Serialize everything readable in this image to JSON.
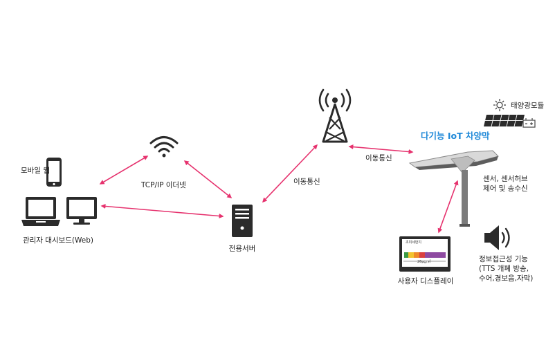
{
  "colors": {
    "arrow": "#e6326e",
    "icon_dark": "#2b2b2b",
    "icon_mid": "#6d6d6d",
    "highlight": "#1e88d8"
  },
  "labels": {
    "mobile_web": "모바일 웹",
    "admin_dashboard": "관리자 대시보드(Web)",
    "tcp_ip": "TCP/IP 이더넷",
    "dedicated_server": "전용서버",
    "mobile_comm_1": "이동통신",
    "mobile_comm_2": "이동통신",
    "iot_canopy": "다기능 IoT 차양막",
    "solar_module": "태양광모듈",
    "sensor_hub_line1": "센서, 센서허브",
    "sensor_hub_line2": "제어 및 송수신",
    "user_display": "사용자 디스플레이",
    "accessibility_line1": "정보접근성 기능",
    "accessibility_line2": "(TTS 개폐 방송,",
    "accessibility_line3": "수어,경보음,자막)"
  },
  "display_screen": {
    "header": "초미세먼지",
    "value": "26μg/㎥"
  },
  "icons": {
    "phone": "smartphone-icon",
    "laptop": "laptop-icon",
    "monitor": "monitor-icon",
    "wifi": "wifi-icon",
    "server": "server-tower-icon",
    "tower": "cell-tower-icon",
    "canopy": "smart-canopy-icon",
    "sun": "sun-icon",
    "solar": "solar-panel-icon",
    "battery": "battery-icon",
    "display": "display-board-icon",
    "speaker": "speaker-icon"
  }
}
